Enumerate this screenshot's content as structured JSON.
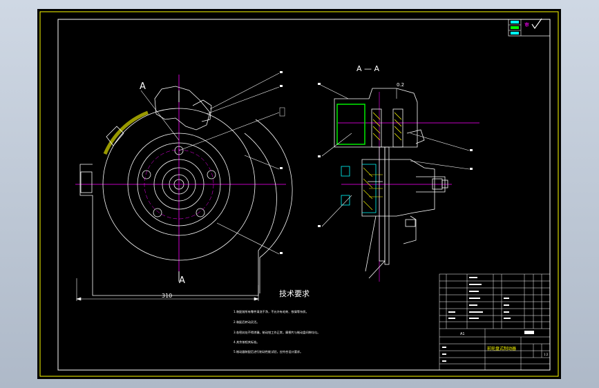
{
  "drawing": {
    "colors": {
      "background": "#000000",
      "outline": "#ffffff",
      "frame": "#ffff00",
      "centerline": "#ff00ff",
      "section": "#00ff00",
      "hatch": "#ffff00",
      "magenta": "#ff00ff"
    },
    "section_marker_top": "A",
    "section_marker_bottom": "A",
    "section_title": "A — A",
    "dimension_width": "310",
    "tolerance_label": "0.2",
    "tech_requirements_title": "技术要求",
    "tech_notes": [
      "1.装配前所有零件清洗干净，不允许有毛刺、铁屑等杂质。",
      "2.装配后转动灵活。",
      "3.各密封处不得渗漏，制动钳工作正常，摩擦片与制动盘间隙均匀。",
      "4.其余按相关标准。",
      "5.制动器装配后进行制动性能试验，应符合设计要求。"
    ],
    "title_block": {
      "drawing_title": "前轮盘式制动器",
      "scale": "1:2",
      "sheet_label": "A1"
    },
    "stamp_label": "审"
  }
}
